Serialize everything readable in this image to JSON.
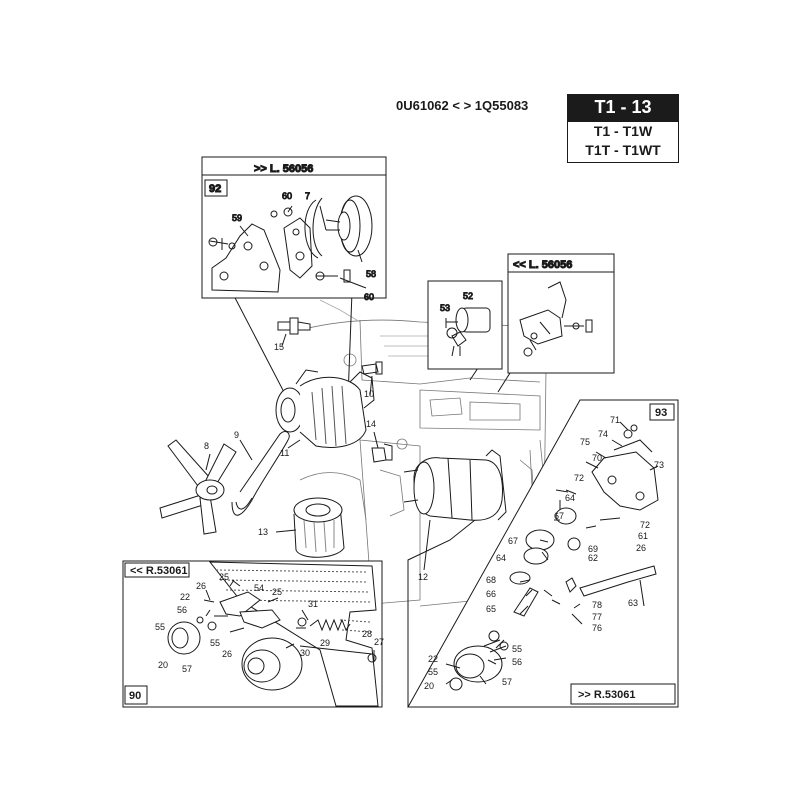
{
  "header": {
    "serial_range": "0U61062 < > 1Q55083",
    "section_code": "T1 - 13",
    "models": [
      "T1 - T1W",
      "T1T - T1WT"
    ]
  },
  "insets": {
    "inset_92": {
      "title": ">> L. 56056",
      "group": "92",
      "parts": [
        "7",
        "60",
        "59",
        "58",
        "60"
      ]
    },
    "inset_key": {
      "parts": [
        "53",
        "52"
      ]
    },
    "inset_l56056": {
      "title": "<< L. 56056"
    },
    "inset_93": {
      "group": "93",
      "footer": ">> R.53061",
      "parts": [
        "71",
        "74",
        "75",
        "70",
        "73",
        "72",
        "64",
        "67",
        "61",
        "72",
        "62",
        "69",
        "26",
        "67",
        "64",
        "68",
        "66",
        "65",
        "78",
        "77",
        "76",
        "63",
        "55",
        "56",
        "22",
        "55",
        "20",
        "57"
      ]
    },
    "inset_90": {
      "title": "<< R.53061",
      "group": "90",
      "parts": [
        "25",
        "26",
        "54",
        "22",
        "25",
        "56",
        "31",
        "55",
        "29",
        "55",
        "20",
        "57",
        "26",
        "28",
        "30",
        "27"
      ]
    }
  },
  "main_parts": [
    "15",
    "10",
    "14",
    "11",
    "9",
    "8",
    "13",
    "12"
  ],
  "highlight_color": "#d6282d"
}
